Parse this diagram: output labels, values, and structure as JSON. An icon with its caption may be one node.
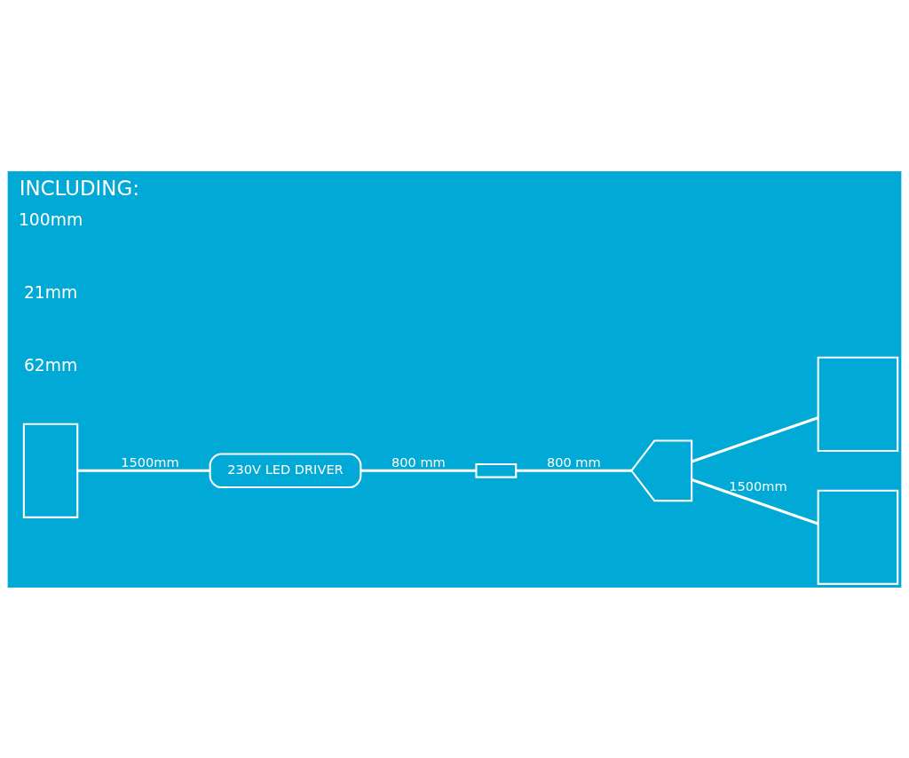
{
  "diagram": {
    "title": "INCLUDING:",
    "nodes": [
      {
        "text": [],
        "shape": "box"
      },
      {
        "text": [
          "230V LED DRIVER"
        ]
      },
      {
        "text": [],
        "shape": "bar"
      },
      {
        "text": [],
        "shape": "box"
      },
      {
        "text": [],
        "shape": "box"
      },
      {
        "text": [],
        "shape": "box"
      }
    ],
    "edges": [
      {
        "from": 0,
        "to": 1,
        "arrow": "none",
        "label": "1500mm"
      },
      {
        "from": 1,
        "to": 2,
        "arrow": "none",
        "label": "800 mm"
      },
      {
        "from": 2,
        "to": 3,
        "arrow": "none",
        "label": "800 mm"
      },
      {
        "from": 3,
        "to": 4,
        "arrow": "none"
      },
      {
        "from": 3,
        "to": 5,
        "arrow": "none",
        "label": "1500mm"
      }
    ],
    "labels": [
      "62mm",
      "21mm",
      "100mm"
    ]
  }
}
